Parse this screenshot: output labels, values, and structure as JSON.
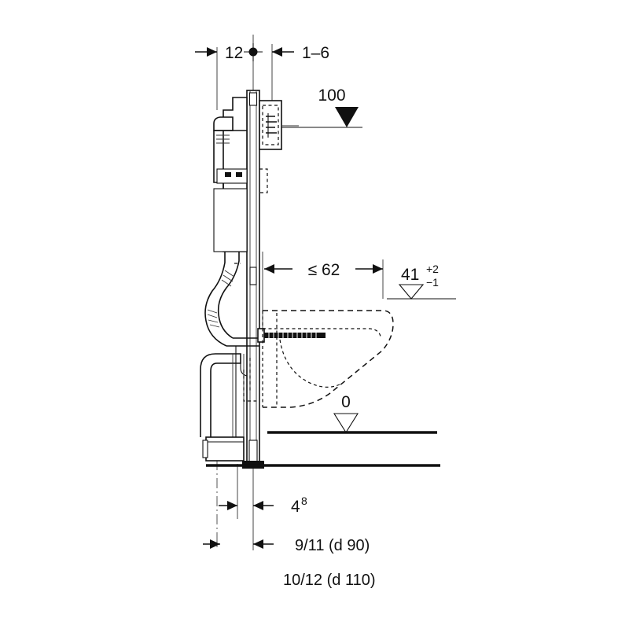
{
  "drawing": {
    "type": "technical-section-drawing",
    "subject": "Wall-hung WC installation frame with concealed cistern",
    "units_note": "cm",
    "background_color": "#ffffff",
    "line_color": "#111111"
  },
  "dimensions": {
    "top_left": {
      "label": "12",
      "name": "wall-offset-dimension"
    },
    "top_right": {
      "label": "1–6",
      "name": "wall-thickness-dimension"
    },
    "middle": {
      "label": "≤ 62",
      "name": "bowl-projection-dimension"
    },
    "bottom_small": {
      "value": "4",
      "superscript": "8",
      "name": "bolt-spacing-dimension"
    }
  },
  "levels": [
    {
      "label": "100",
      "marker": "filled-triangle",
      "name": "actuator-plate-level"
    },
    {
      "value": "41",
      "tolerance_upper": "+2",
      "tolerance_lower": "−1",
      "marker": "hollow-triangle",
      "name": "bowl-rim-level"
    },
    {
      "label": "0",
      "marker": "hollow-triangle",
      "name": "finished-floor-level"
    }
  ],
  "notes": [
    {
      "text": "9/11 (d 90)",
      "name": "drain-note-d90"
    },
    {
      "text": "10/12 (d 110)",
      "name": "drain-note-d110"
    }
  ],
  "symbols": {
    "center_mark": "crosshair-point",
    "arrow_style": "filled-triangle-arrowhead"
  }
}
